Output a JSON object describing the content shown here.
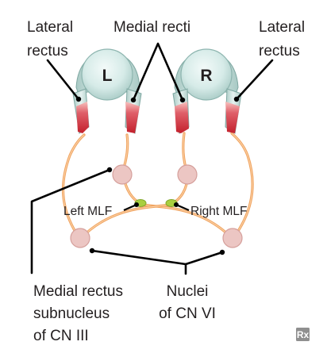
{
  "labels": {
    "lateral_rectus_left": [
      "Lateral",
      "rectus"
    ],
    "medial_recti": "Medial recti",
    "lateral_rectus_right": [
      "Lateral",
      "rectus"
    ],
    "left_eye": "L",
    "right_eye": "R",
    "left_mlf": "Left MLF",
    "right_mlf": "Right MLF",
    "medial_rectus_subnucleus": [
      "Medial rectus",
      "subnucleus",
      "of CN III"
    ],
    "nuclei_cn_vi": [
      "Nuclei",
      "of CN VI"
    ],
    "logo": "Rx"
  },
  "colors": {
    "eye_sclera": "#d9ece9",
    "muscle_red": "#cc2a36",
    "muscle_pink": "#f4b5b2",
    "nerve": "#f0a35f",
    "nucleus": "#ecc6c3",
    "mlf": "#a9cf3f"
  }
}
